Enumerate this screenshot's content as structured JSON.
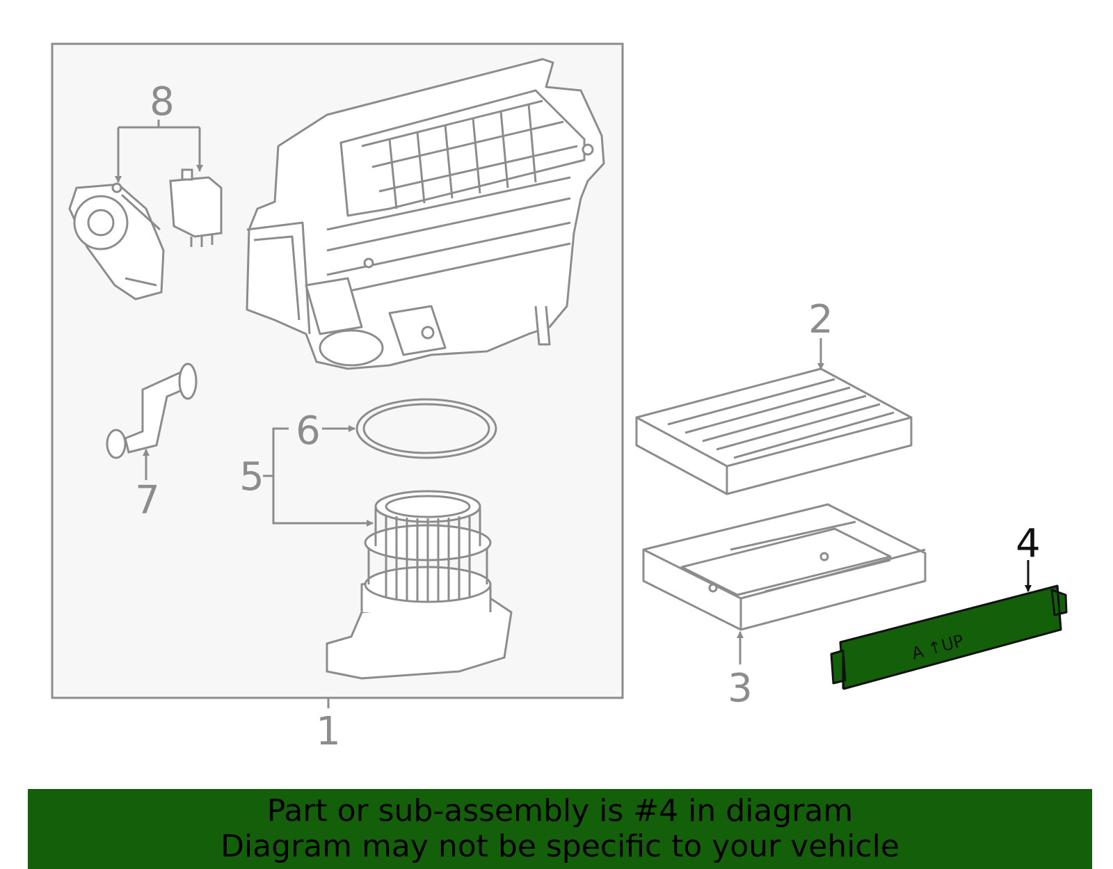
{
  "colors": {
    "line": "#8c8c8c",
    "box_fill": "#f7f7f7",
    "highlight_fill": "#14600a",
    "highlight_stroke": "#111111",
    "banner": "#14600a",
    "banner_text": "#000000"
  },
  "callouts": {
    "c1": "1",
    "c2": "2",
    "c3": "3",
    "c4": "4",
    "c5": "5",
    "c6": "6",
    "c7": "7",
    "c8": "8"
  },
  "highlight": {
    "part_number": "4",
    "stamp_text": "A ↑UP"
  },
  "banner": {
    "line1": "Part or sub-assembly is #4 in diagram",
    "line2": "Diagram may not be specific to your vehicle"
  }
}
